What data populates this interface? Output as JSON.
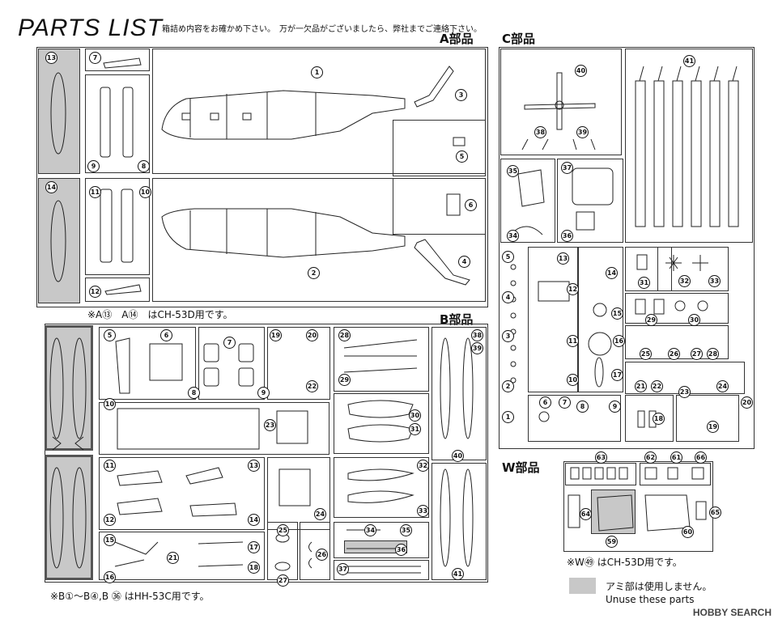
{
  "header": {
    "title": "PARTS LIST",
    "note": "箱詰め内容をお確かめ下さい。　万が一欠品がございましたら、弊社までご連絡下さい。"
  },
  "sections": {
    "a": "A部品",
    "b": "B部品",
    "c": "C部品",
    "w": "W部品"
  },
  "notes": {
    "a_note": "※A⑬　A⑭　はCH-53D用です。",
    "b_note": "※B①〜B④,B ㊱ はHH-53C用です。",
    "w_note": "※W㊾ はCH-53D用です。"
  },
  "legend": {
    "jp": "アミ部は使用しません。",
    "en": "Unuse these parts"
  },
  "watermark": "HOBBY SEARCH",
  "part_numbers": {
    "a": [
      "13",
      "7",
      "1",
      "3",
      "9",
      "8",
      "5",
      "14",
      "11",
      "10",
      "6",
      "2",
      "4",
      "12"
    ],
    "b": [
      "5",
      "6",
      "7",
      "8",
      "9",
      "19",
      "20",
      "22",
      "10",
      "23",
      "28",
      "29",
      "30",
      "31",
      "38",
      "39",
      "40",
      "11",
      "13",
      "12",
      "14",
      "24",
      "32",
      "33",
      "25",
      "26",
      "34",
      "35",
      "15",
      "16",
      "17",
      "18",
      "21",
      "27",
      "36",
      "37",
      "41"
    ],
    "c": [
      "40",
      "38",
      "39",
      "41",
      "35",
      "37",
      "34",
      "36",
      "5",
      "13",
      "12",
      "14",
      "4",
      "15",
      "31",
      "32",
      "33",
      "29",
      "30",
      "3",
      "11",
      "16",
      "2",
      "10",
      "17",
      "25",
      "26",
      "27",
      "28",
      "21",
      "22",
      "23",
      "24",
      "1",
      "6",
      "7",
      "8",
      "9",
      "18",
      "19",
      "20"
    ],
    "w": [
      "63",
      "62",
      "61",
      "66",
      "64",
      "59",
      "60",
      "65"
    ]
  }
}
